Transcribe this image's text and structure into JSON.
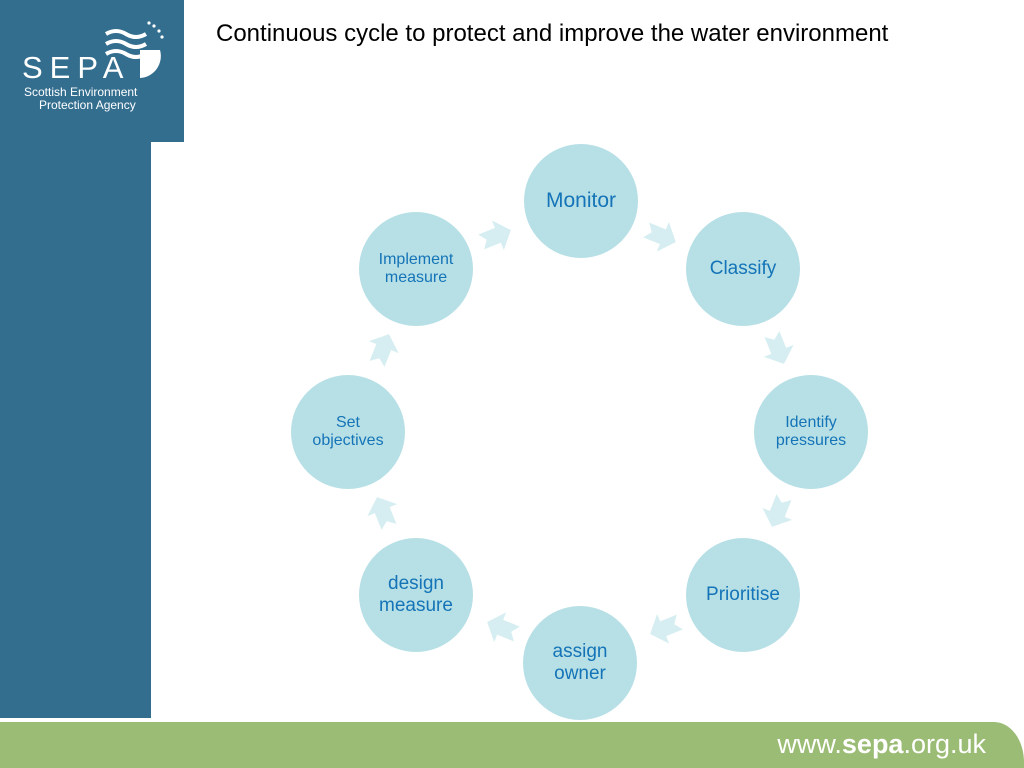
{
  "slide": {
    "title": "Continuous cycle to protect and improve the water environment"
  },
  "logo": {
    "wordmark": "SEPA",
    "line1": "Scottish Environment",
    "line2": "Protection Agency"
  },
  "footer": {
    "url_prefix": "www.",
    "url_bold": "sepa",
    "url_suffix": ".org.uk"
  },
  "colors": {
    "sidebar": "#336e8f",
    "node_fill": "#b7e0e6",
    "node_text": "#1474b7",
    "arrow_fill": "#d6eef1",
    "footer": "#9bbc74"
  },
  "cycle": {
    "nodes": [
      {
        "label": "Monitor"
      },
      {
        "label": "Classify"
      },
      {
        "label": "Identify pressures"
      },
      {
        "label": "Prioritise"
      },
      {
        "label": "assign owner"
      },
      {
        "label": "design measure"
      },
      {
        "label": "Set objectives"
      },
      {
        "label": "Implement measure"
      }
    ]
  }
}
